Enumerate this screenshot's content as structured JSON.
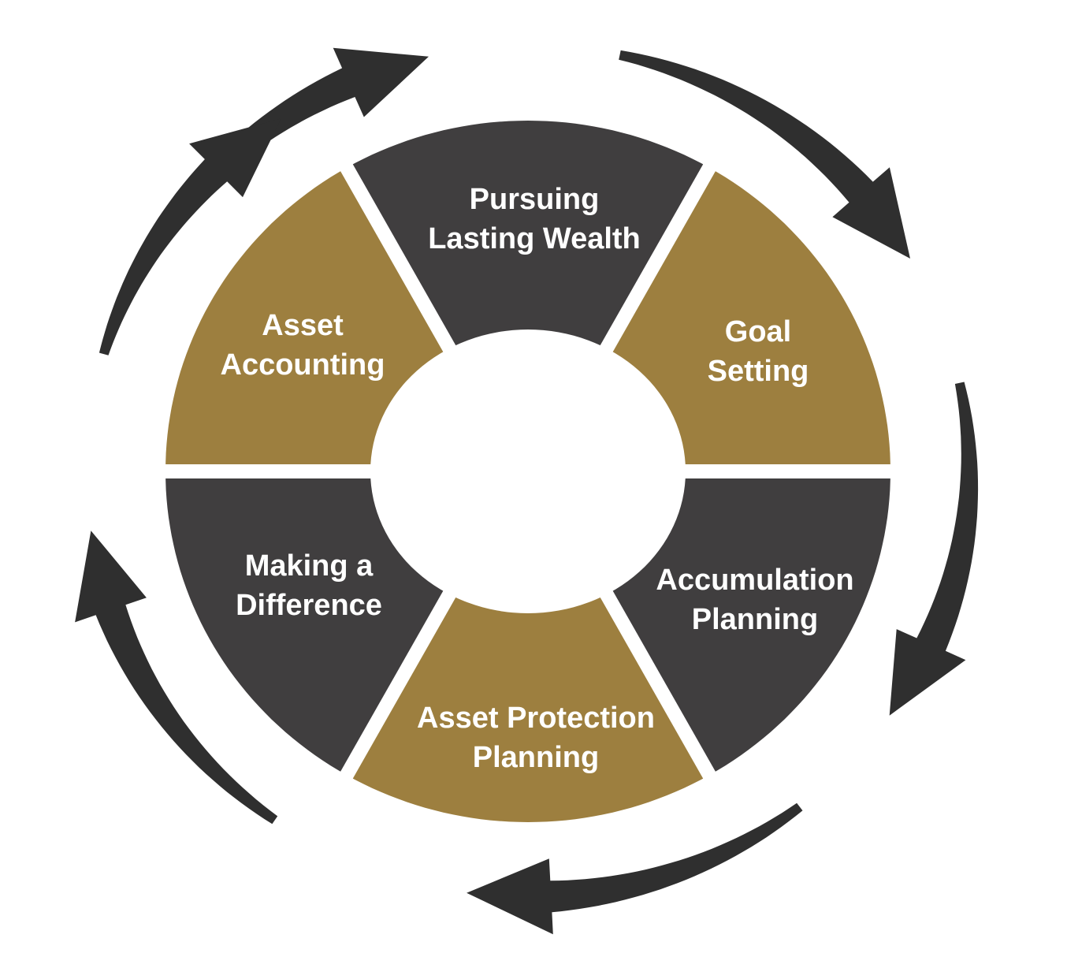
{
  "colors": {
    "dark": "#403e3f",
    "gold": "#9d7f3f",
    "arrow": "#2f2f2f",
    "background": "#ffffff",
    "text": "#ffffff"
  },
  "segments": [
    {
      "id": "pursuing-lasting-wealth",
      "color": "dark",
      "lines": [
        "Pursuing",
        "Lasting Wealth"
      ]
    },
    {
      "id": "goal-setting",
      "color": "gold",
      "lines": [
        "Goal",
        "Setting"
      ]
    },
    {
      "id": "accumulation-planning",
      "color": "dark",
      "lines": [
        "Accumulation",
        "Planning"
      ]
    },
    {
      "id": "asset-protection-planning",
      "color": "gold",
      "lines": [
        "Asset Protection",
        "Planning"
      ]
    },
    {
      "id": "making-a-difference",
      "color": "dark",
      "lines": [
        "Making a",
        "Difference"
      ]
    },
    {
      "id": "asset-accounting",
      "color": "gold",
      "lines": [
        "Asset",
        "Accounting"
      ]
    }
  ],
  "cycle_direction": "clockwise",
  "arrow_icon": "curved-arrow-icon"
}
